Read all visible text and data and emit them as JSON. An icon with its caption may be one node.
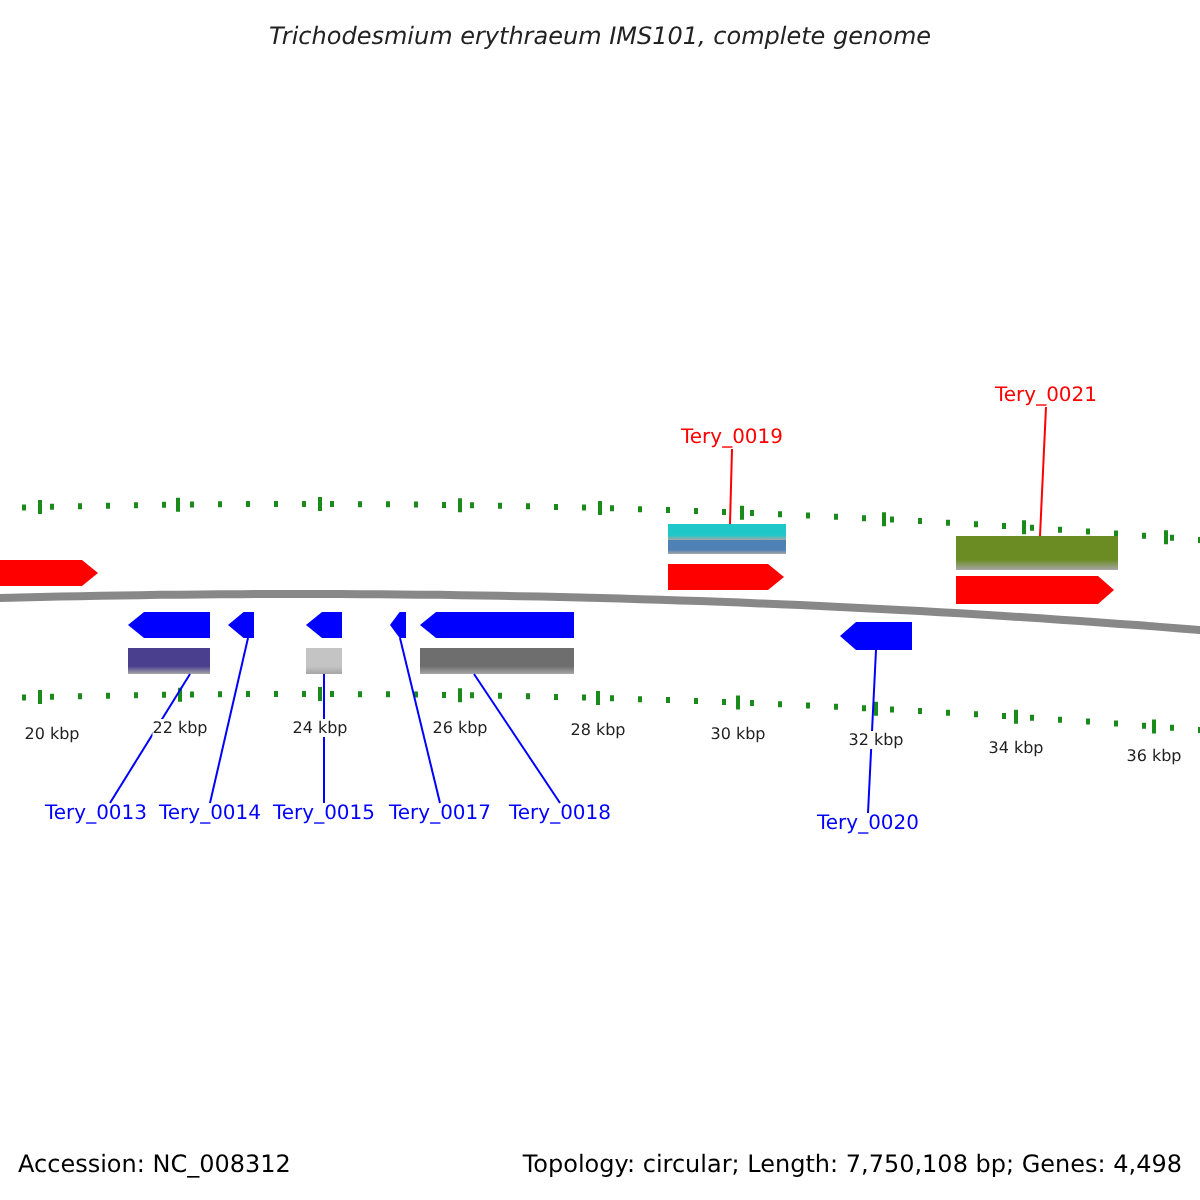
{
  "diagram": {
    "title": "Trichodesmium erythraeum IMS101, complete genome",
    "nodes": [
      {
        "text": [
          "Tery_0019"
        ]
      },
      {
        "text": [
          "Tery_0021"
        ]
      },
      {
        "text": [],
        "shape": "bar"
      },
      {
        "text": [],
        "shape": "bar"
      },
      {
        "text": [],
        "shape": "arrow"
      },
      {
        "text": [],
        "shape": "arrow"
      },
      {
        "text": [],
        "shape": "arrow"
      },
      {
        "text": [],
        "shape": "bar"
      },
      {
        "text": [],
        "shape": "bar"
      },
      {
        "text": [],
        "shape": "bar"
      },
      {
        "text": [
          "Tery_0013"
        ]
      },
      {
        "text": [
          "Tery_0014"
        ]
      },
      {
        "text": [
          "Tery_0015"
        ]
      },
      {
        "text": [
          "Tery_0017"
        ]
      },
      {
        "text": [
          "Tery_0018"
        ]
      },
      {
        "text": [
          "Tery_0020"
        ]
      },
      {
        "text": [],
        "shape": "arrow"
      },
      {
        "text": [],
        "shape": "arrow"
      },
      {
        "text": [],
        "shape": "arrow"
      },
      {
        "text": [],
        "shape": "arrow"
      },
      {
        "text": [],
        "shape": "bar"
      },
      {
        "text": [],
        "shape": "arrow"
      },
      {
        "text": [],
        "shape": "arrow"
      }
    ],
    "edges": [
      {
        "from": 0,
        "to": 2,
        "arrow": "none",
        "color": "#ff0000"
      },
      {
        "from": 1,
        "to": 3,
        "arrow": "none",
        "color": "#ff0000"
      },
      {
        "from": 10,
        "to": 7,
        "arrow": "none"
      },
      {
        "from": 11,
        "to": 4,
        "arrow": "none"
      },
      {
        "from": 12,
        "to": 8,
        "arrow": "none"
      },
      {
        "from": 13,
        "to": 5,
        "arrow": "none"
      },
      {
        "from": 14,
        "to": 9,
        "arrow": "none"
      },
      {
        "from": 15,
        "to": 6,
        "arrow": "none"
      }
    ],
    "labels": [
      "20 kbp",
      "22 kbp",
      "24 kbp",
      "26 kbp",
      "28 kbp",
      "30 kbp",
      "32 kbp",
      "34 kbp",
      "36 kbp",
      "Accession: NC_008312",
      "Topology: circular; Length: 7,750,108 bp; Genes: 4,498"
    ]
  }
}
